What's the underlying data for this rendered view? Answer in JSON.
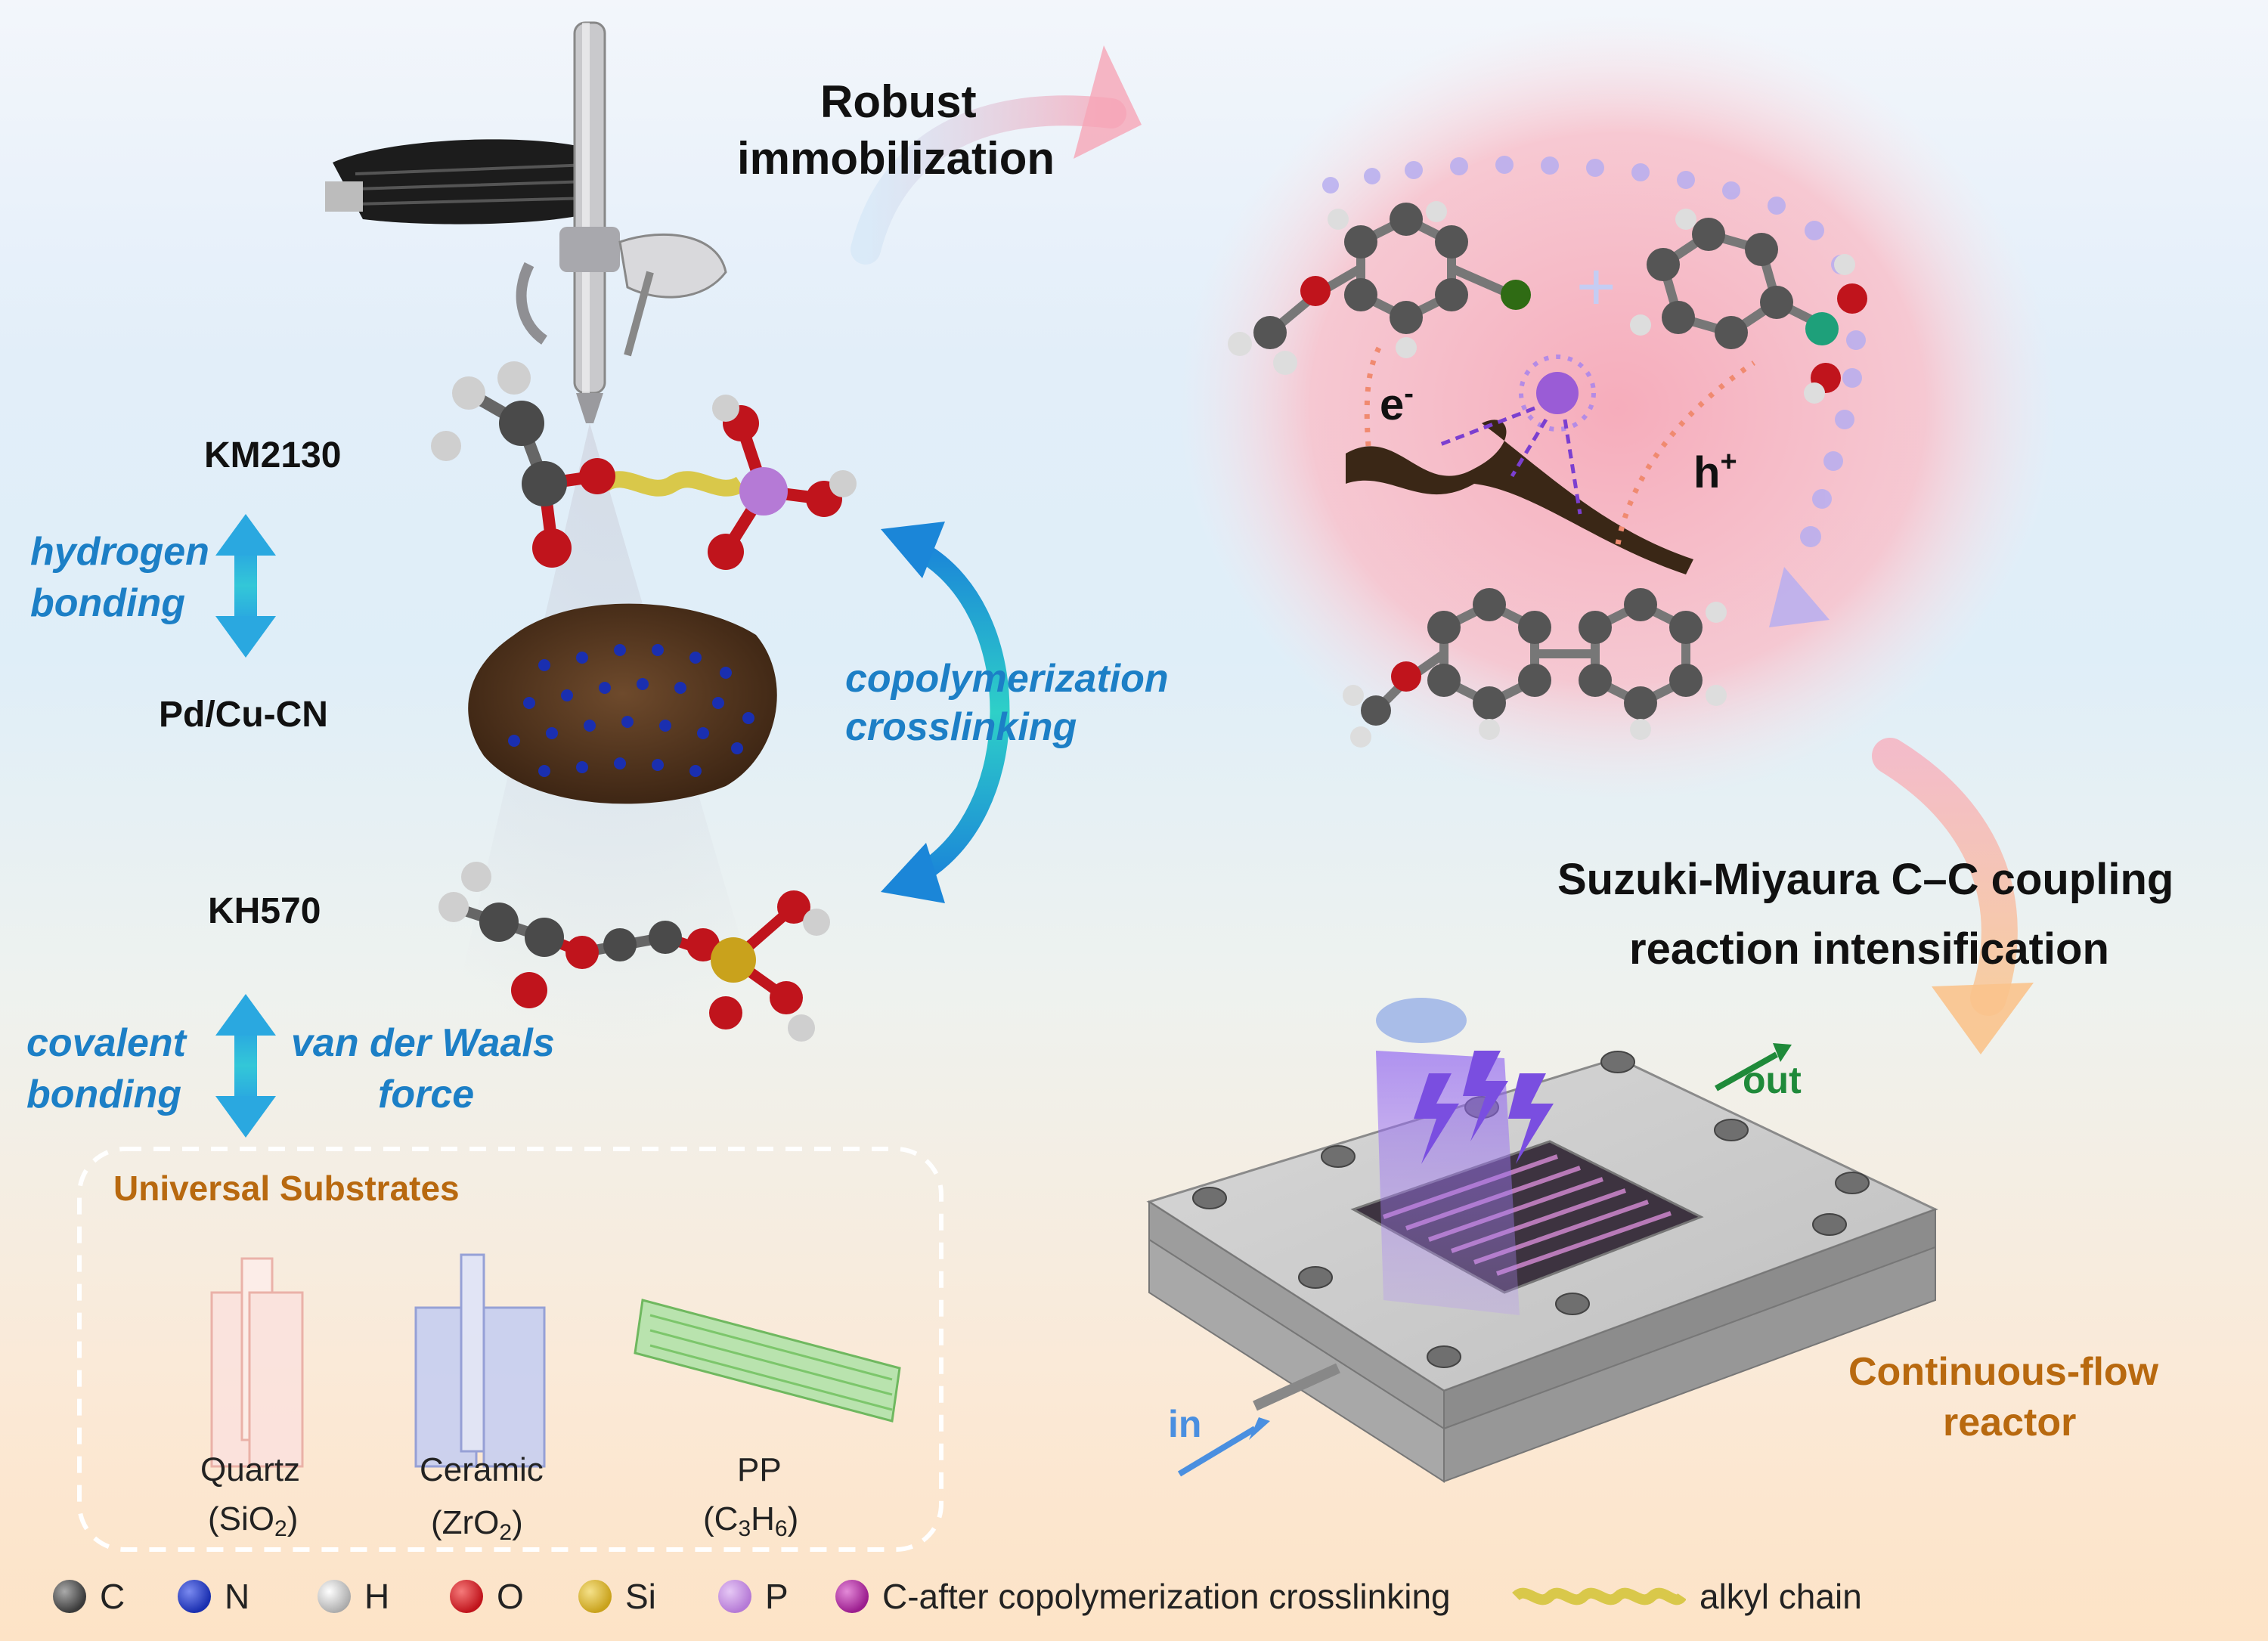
{
  "top": {
    "title_line1": "Robust",
    "title_line2": "immobilization"
  },
  "molecules": {
    "km2130": "KM2130",
    "pdcu": "Pd/Cu-CN",
    "kh570": "KH570"
  },
  "interactions": {
    "hb_line1": "hydrogen",
    "hb_line2": "bonding",
    "copoly_line1": "copolymerization",
    "copoly_line2": "crosslinking",
    "cov_line1": "covalent",
    "cov_line2": "bonding",
    "vdw_line1": "van der Waals",
    "vdw_line2": "force"
  },
  "substrates": {
    "title": "Universal Substrates",
    "quartz_name": "Quartz",
    "quartz_formula_pre": "(SiO",
    "quartz_formula_sub": "2",
    "quartz_formula_post": ")",
    "ceramic_name": "Ceramic",
    "ceramic_formula_pre": "(ZrO",
    "ceramic_formula_sub": "2",
    "ceramic_formula_post": ")",
    "pp_name": "PP",
    "pp_formula_pre": "(C",
    "pp_formula_sub1": "3",
    "pp_formula_mid": "H",
    "pp_formula_sub2": "6",
    "pp_formula_post": ")"
  },
  "reaction": {
    "electron": "e",
    "electron_sup": "-",
    "hole": "h",
    "hole_sup": "+",
    "suzuki_line1": "Suzuki-Miyaura C–C coupling",
    "suzuki_line2": "reaction intensification"
  },
  "reactor": {
    "title_line1": "Continuous-flow",
    "title_line2": "reactor",
    "in_label": "in",
    "out_label": "out"
  },
  "legend": [
    {
      "label": "C",
      "color": "#3a3a3a"
    },
    {
      "label": "N",
      "color": "#1a2fb0"
    },
    {
      "label": "H",
      "color": "#cfcfcf"
    },
    {
      "label": "O",
      "color": "#c0141c"
    },
    {
      "label": "Si",
      "color": "#c9a21c"
    },
    {
      "label": "P",
      "color": "#b57ad6"
    },
    {
      "label": "C-after copolymerization crosslinking",
      "color": "#9b1d8e"
    },
    {
      "label": "alkyl chain",
      "color": "#d9c84a"
    }
  ],
  "colors": {
    "blue_text": "#1c7fc6",
    "brown_text": "#b8690f",
    "out_green": "#1f8a3a",
    "in_blue": "#4a8fe0"
  }
}
